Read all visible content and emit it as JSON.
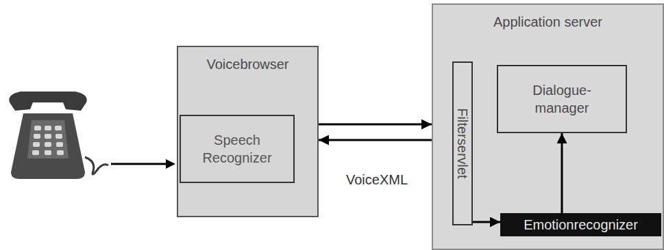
{
  "diagram": {
    "nodes": [
      {
        "text": [
          "Voicebrowser"
        ]
      },
      {
        "text": [
          "Speech Recognizer"
        ],
        "in": 0
      },
      {
        "text": [
          "Application server"
        ]
      },
      {
        "text": [
          "Filterservlet"
        ],
        "in": 2
      },
      {
        "text": [
          "Dialogue- manager"
        ],
        "in": 2
      },
      {
        "text": [
          "Emotionrecognizer"
        ],
        "in": 2
      }
    ],
    "edges": [
      {
        "from": 0,
        "to": 2,
        "arrow": "to"
      },
      {
        "from": 2,
        "to": 0,
        "label": "VoiceXML",
        "arrow": "to"
      },
      {
        "from": 3,
        "to": 5,
        "arrow": "to"
      },
      {
        "from": 5,
        "to": 4,
        "arrow": "to"
      }
    ]
  }
}
